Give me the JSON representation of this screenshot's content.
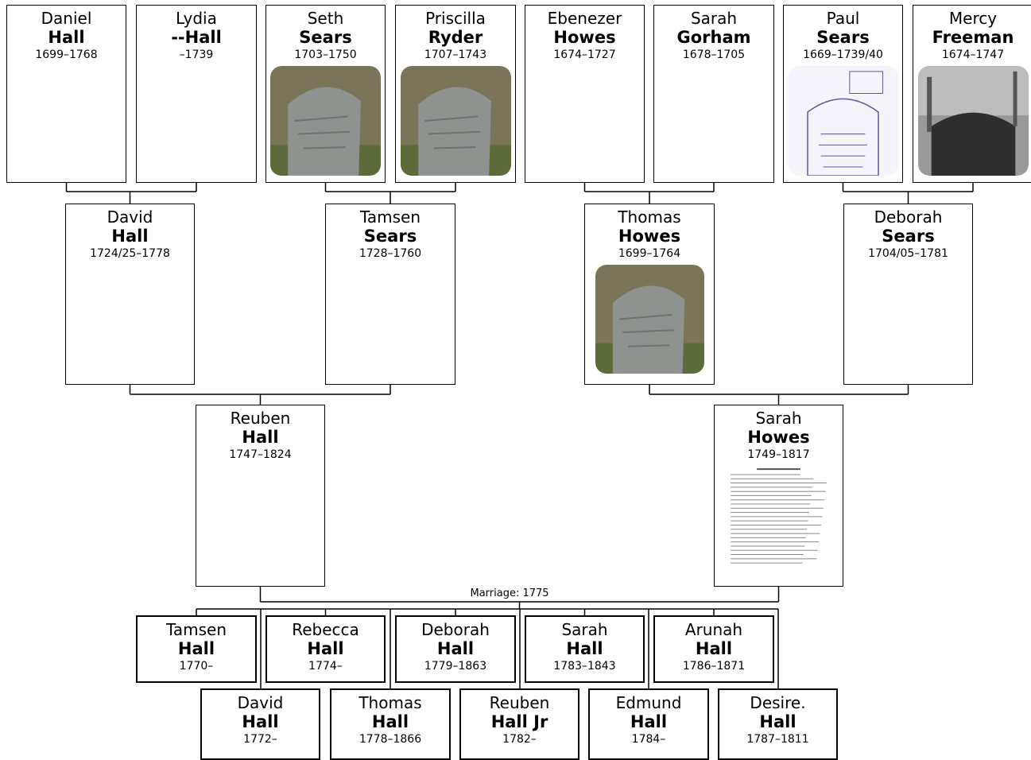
{
  "generation_1": [
    {
      "given": "Daniel",
      "surname": "Hall",
      "dates": "1699–1768"
    },
    {
      "given": "Lydia",
      "surname": "--Hall",
      "dates": "–1739"
    },
    {
      "given": "Seth",
      "surname": "Sears",
      "dates": "1703–1750",
      "photo": "gravestone-photo"
    },
    {
      "given": "Priscilla",
      "surname": "Ryder",
      "dates": "1707–1743",
      "photo": "gravestone-photo"
    },
    {
      "given": "Ebenezer",
      "surname": "Howes",
      "dates": "1674–1727"
    },
    {
      "given": "Sarah",
      "surname": "Gorham",
      "dates": "1678–1705"
    },
    {
      "given": "Paul",
      "surname": "Sears",
      "dates": "1669–1739/40",
      "photo": "gravestone-sketch"
    },
    {
      "given": "Mercy",
      "surname": "Freeman",
      "dates": "1674–1747",
      "photo": "gravestone-photo-bw"
    }
  ],
  "generation_2": [
    {
      "given": "David",
      "surname": "Hall",
      "dates": "1724/25–1778"
    },
    {
      "given": "Tamsen",
      "surname": "Sears",
      "dates": "1728–1760"
    },
    {
      "given": "Thomas",
      "surname": "Howes",
      "dates": "1699–1764",
      "photo": "gravestone-photo"
    },
    {
      "given": "Deborah",
      "surname": "Sears",
      "dates": "1704/05–1781"
    }
  ],
  "generation_3": [
    {
      "given": "Reuben",
      "surname": "Hall",
      "dates": "1747–1824"
    },
    {
      "given": "Sarah",
      "surname": "Howes",
      "dates": "1749–1817",
      "photo": "document-scan"
    }
  ],
  "marriage_label": "Marriage: 1775",
  "children_row_1": [
    {
      "given": "Tamsen",
      "surname": "Hall",
      "dates": "1770–"
    },
    {
      "given": "Rebecca",
      "surname": "Hall",
      "dates": "1774–"
    },
    {
      "given": "Deborah",
      "surname": "Hall",
      "dates": "1779–1863"
    },
    {
      "given": "Sarah",
      "surname": "Hall",
      "dates": "1783–1843"
    },
    {
      "given": "Arunah",
      "surname": "Hall",
      "dates": "1786–1871"
    }
  ],
  "children_row_2": [
    {
      "given": "David",
      "surname": "Hall",
      "dates": "1772–"
    },
    {
      "given": "Thomas",
      "surname": "Hall",
      "dates": "1778–1866"
    },
    {
      "given": "Reuben",
      "surname": "Hall Jr",
      "dates": "1782–"
    },
    {
      "given": "Edmund",
      "surname": "Hall",
      "dates": "1784–"
    },
    {
      "given": "Desire.",
      "surname": "Hall",
      "dates": "1787–1811"
    }
  ],
  "colors": {
    "line": "#000000",
    "box_border": "#000000",
    "background": "#ffffff"
  }
}
